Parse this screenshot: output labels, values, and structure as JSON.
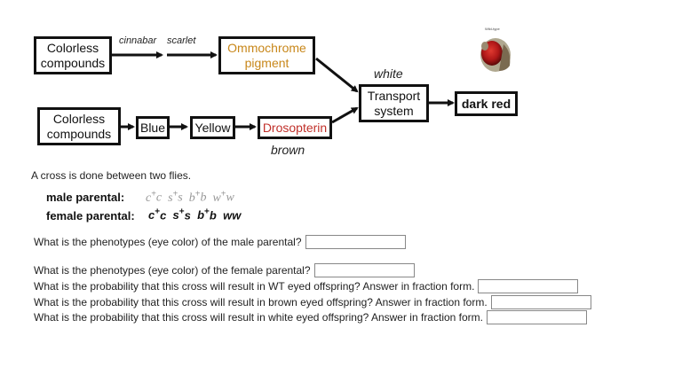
{
  "diagram": {
    "boxes": {
      "colorless_top": "Colorless\ncompounds",
      "ommochrome": "Ommochrome\npigment",
      "colorless_bottom": "Colorless\ncompounds",
      "blue": "Blue",
      "yellow": "Yellow",
      "drosopterin": "Drosopterin",
      "transport": "Transport\nsystem",
      "dark_red": "dark red"
    },
    "labels": {
      "cinnabar": "cinnabar",
      "scarlet": "scarlet",
      "white": "white",
      "brown": "brown",
      "wild_type": "Wild-type"
    },
    "colors": {
      "ommochrome": "#c8871a",
      "drosopterin": "#c0302a",
      "eye": "#b01818"
    }
  },
  "cross": {
    "intro": "A cross is done between two flies.",
    "male_label": "male parental:",
    "female_label": "female parental:",
    "male_genotype": [
      {
        "base": "c",
        "sup": "+"
      },
      {
        "base": "c",
        "sup": ""
      },
      {
        "base": "s",
        "sup": "+"
      },
      {
        "base": "s",
        "sup": ""
      },
      {
        "base": "b",
        "sup": "+"
      },
      {
        "base": "b",
        "sup": ""
      },
      {
        "base": "w",
        "sup": "+"
      },
      {
        "base": "w",
        "sup": ""
      }
    ],
    "female_genotype": [
      {
        "base": "c",
        "sup": "+"
      },
      {
        "base": "c",
        "sup": ""
      },
      {
        "base": "s",
        "sup": "+"
      },
      {
        "base": "s",
        "sup": ""
      },
      {
        "base": "b",
        "sup": "+"
      },
      {
        "base": "b",
        "sup": ""
      },
      {
        "base": "w",
        "sup": ""
      },
      {
        "base": "w",
        "sup": ""
      }
    ]
  },
  "questions": {
    "q1": "What is the phenotypes (eye color) of the male parental?",
    "q2": "What is the phenotypes (eye color) of the female parental?",
    "q3": "What is the probability that this cross will result in WT eyed offspring? Answer in fraction form.",
    "q4": "What is the probability that this cross will result in brown eyed offspring? Answer in fraction form.",
    "q5": "What is the probability that this cross will result in white eyed offspring? Answer in fraction form."
  }
}
